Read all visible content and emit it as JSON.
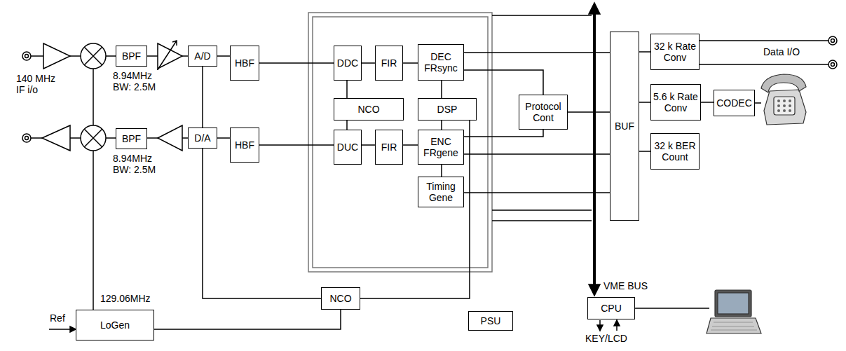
{
  "diagram": {
    "nodes": [
      {
        "text": [
          "BPF"
        ]
      },
      {
        "text": [
          "A/D"
        ]
      },
      {
        "text": [
          "HBF"
        ]
      },
      {
        "text": [
          "DDC"
        ]
      },
      {
        "text": [
          "FIR"
        ]
      },
      {
        "text": [
          "DEC FRsync"
        ]
      },
      {
        "text": [
          "NCO"
        ]
      },
      {
        "text": [
          "DSP"
        ]
      },
      {
        "text": [
          "BPF"
        ]
      },
      {
        "text": [
          "D/A"
        ]
      },
      {
        "text": [
          "HBF"
        ]
      },
      {
        "text": [
          "DUC"
        ]
      },
      {
        "text": [
          "FIR"
        ]
      },
      {
        "text": [
          "ENC FRgene"
        ]
      },
      {
        "text": [
          "Timing Gene"
        ]
      },
      {
        "text": [
          "Protocol Cont"
        ]
      },
      {
        "text": [
          "BUF"
        ]
      },
      {
        "text": [
          "32 k Rate Conv"
        ]
      },
      {
        "text": [
          "5.6 k Rate Conv"
        ]
      },
      {
        "text": [
          "CODEC"
        ]
      },
      {
        "text": [
          "32 k BER Count"
        ]
      },
      {
        "text": [
          "LoGen"
        ]
      },
      {
        "text": [
          "NCO"
        ]
      },
      {
        "text": [
          "CPU"
        ]
      },
      {
        "text": [
          "PSU"
        ]
      }
    ],
    "edges": [
      {
        "from": 1,
        "to": 2,
        "arrow": "none"
      },
      {
        "from": 2,
        "to": 3,
        "arrow": "none"
      },
      {
        "from": 3,
        "to": 4,
        "arrow": "none"
      },
      {
        "from": 4,
        "to": 5,
        "arrow": "none"
      },
      {
        "from": 6,
        "to": 3,
        "arrow": "none"
      },
      {
        "from": 6,
        "to": 11,
        "arrow": "none"
      },
      {
        "from": 5,
        "to": 7,
        "arrow": "none"
      },
      {
        "from": 7,
        "to": 13,
        "arrow": "none"
      },
      {
        "from": 13,
        "to": 14,
        "arrow": "none"
      },
      {
        "from": 9,
        "to": 10,
        "arrow": "none"
      },
      {
        "from": 10,
        "to": 11,
        "arrow": "none"
      },
      {
        "from": 11,
        "to": 12,
        "arrow": "none"
      },
      {
        "from": 12,
        "to": 13,
        "arrow": "none"
      },
      {
        "from": 1,
        "to": 9,
        "arrow": "none"
      },
      {
        "from": 9,
        "to": 22,
        "arrow": "none"
      },
      {
        "from": 22,
        "to": 7,
        "arrow": "none"
      },
      {
        "from": 21,
        "to": 22,
        "arrow": "none"
      },
      {
        "from": 5,
        "to": 16,
        "arrow": "none"
      },
      {
        "from": 5,
        "to": 15,
        "arrow": "none"
      },
      {
        "from": 13,
        "to": 15,
        "arrow": "none"
      },
      {
        "from": 13,
        "to": 16,
        "arrow": "none"
      },
      {
        "from": 15,
        "to": 16,
        "arrow": "none"
      },
      {
        "from": 14,
        "to": 16,
        "arrow": "none"
      },
      {
        "from": 16,
        "to": 17,
        "arrow": "none"
      },
      {
        "from": 16,
        "to": 18,
        "arrow": "none"
      },
      {
        "from": 16,
        "to": 20,
        "arrow": "none"
      },
      {
        "from": 18,
        "to": 19,
        "arrow": "none"
      }
    ],
    "labels": [
      "140 MHz IF i/o",
      "8.94MHz BW: 2.5M",
      "8.94MHz BW: 2.5M",
      "129.06MHz",
      "Ref",
      "Data I/O",
      "VME BUS",
      "KEY/LCD"
    ]
  }
}
